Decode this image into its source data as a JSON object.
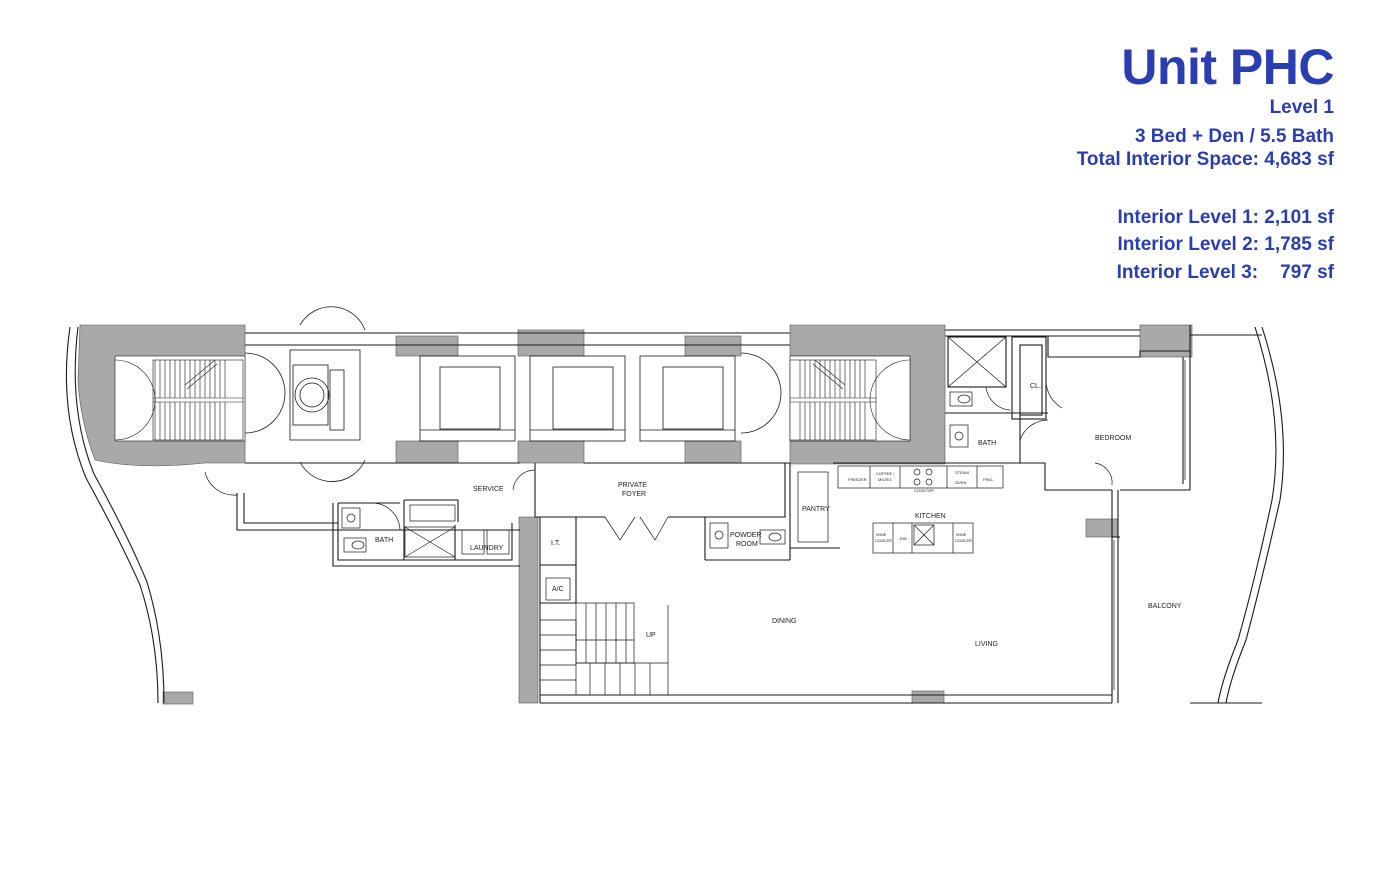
{
  "header": {
    "unit": "Unit PHC",
    "level": "Level 1",
    "beds_baths": "3 Bed + Den /  5.5 Bath",
    "total_interior": "Total Interior Space: 4,683 sf",
    "interior_level_1": "Interior Level 1: 2,101 sf",
    "interior_level_2_label": "Interior Level 2:",
    "interior_level_2_value": "1,785 sf",
    "interior_level_3_label": "Interior Level 3:",
    "interior_level_3_value": "797 sf"
  },
  "rooms": {
    "service": "SERVICE",
    "private_foyer_1": "PRIVATE",
    "private_foyer_2": "FOYER",
    "bath_service": "BATH",
    "laundry": "LAUNDRY",
    "it": "I.T.",
    "ac": "A/C",
    "up": "UP",
    "powder_1": "POWDER",
    "powder_2": "ROOM",
    "pantry": "PANTRY",
    "kitchen": "KITCHEN",
    "dining": "DINING",
    "living": "LIVING",
    "balcony": "BALCONY",
    "bedroom": "BEDROOM",
    "bath_bedroom": "BATH",
    "closet": "CL."
  },
  "appliances": {
    "freezer": "FREEZER",
    "coffee_1": "COFFEE /",
    "coffee_2": "MICRO.",
    "cooktop": "COOKTOP",
    "steam_1": "STEAM",
    "steam_2": "OVEN",
    "frig": "FRIG.",
    "wine_cooler_1": "WINE",
    "wine_cooler_2": "COOLER",
    "dw": "DW"
  },
  "colors": {
    "accent": "#2a3eb1",
    "wall_fill": "#a9a9a9",
    "line": "#1a1a1a"
  }
}
